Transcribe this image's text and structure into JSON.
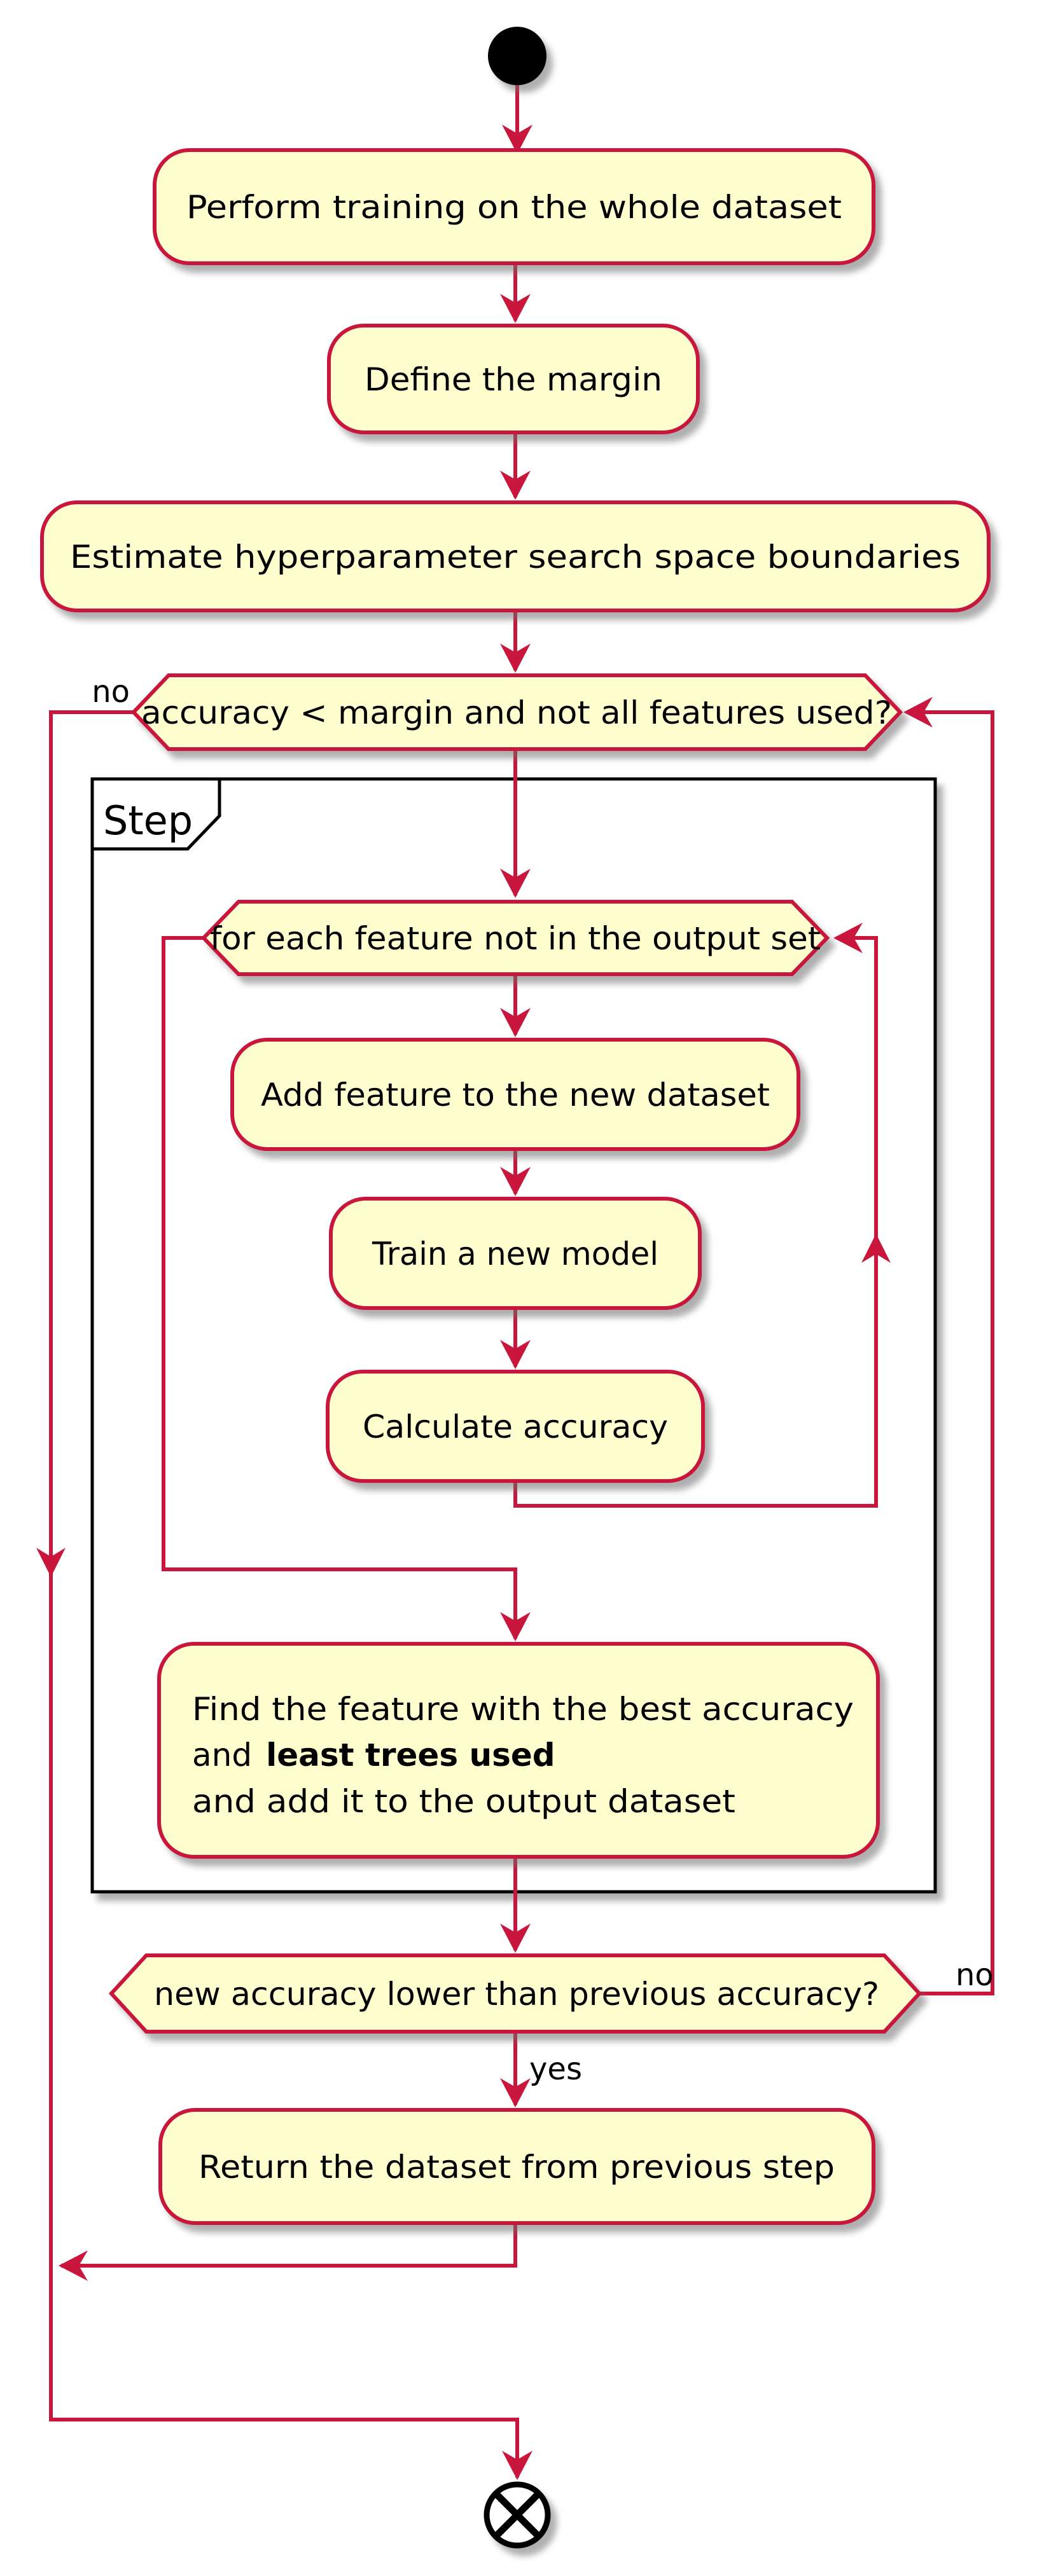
{
  "theme": {
    "line": "#C9163C",
    "node_fill": "#FEFECE",
    "frame_border": "#000000",
    "text": "#000000",
    "background": "#FFFFFF"
  },
  "diagram": {
    "activities": {
      "perform_training": "Perform training on the whole dataset",
      "define_margin": "Define the margin",
      "estimate_boundaries": "Estimate hyperparameter search space boundaries",
      "add_feature": "Add feature to the new dataset",
      "train_model": "Train a new model",
      "calculate_accuracy": "Calculate accuracy",
      "return_dataset": "Return the dataset from previous step"
    },
    "find_feature": {
      "line1": "Find the feature with the best accuracy",
      "line2_prefix": "and",
      "line2_bold": "least trees used",
      "line3": "and add it to the output dataset"
    },
    "decisions": {
      "while_condition": "accuracy < margin and not all features used?",
      "foreach_condition": "for each feature not in the output set",
      "exit_condition": "new accuracy lower than previous accuracy?"
    },
    "edge_labels": {
      "while_no": "no",
      "exit_no": "no",
      "exit_yes": "yes"
    },
    "frame": {
      "title": "Step"
    }
  }
}
